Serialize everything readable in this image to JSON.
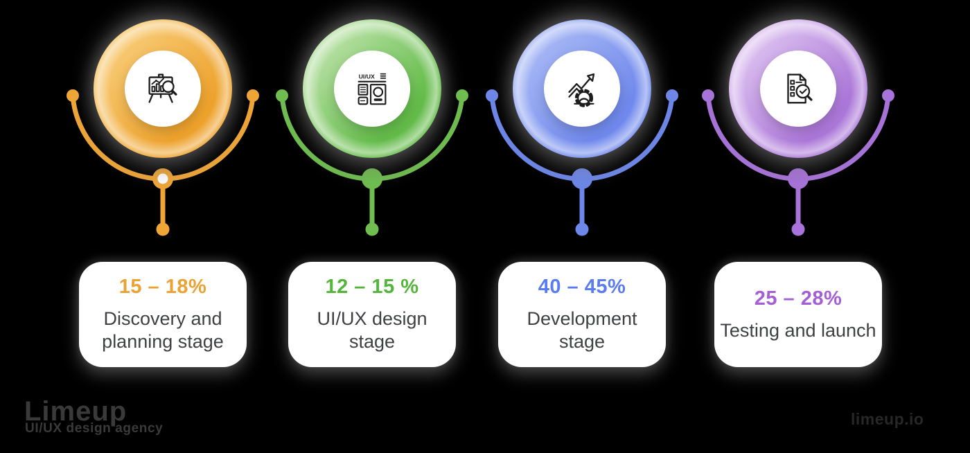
{
  "background_color": "#000000",
  "card_background": "#ffffff",
  "stage_label_color": "#3e4044",
  "stages": [
    {
      "range": "15 – 18%",
      "label": "Discovery and planning stage",
      "icon": "presentation-chart-magnifier-icon",
      "node_style": "ring",
      "colors": {
        "main": "#eda22c",
        "light": "#fbd88d",
        "arc": "#f0a637",
        "range_text": "#eba233"
      }
    },
    {
      "range": "12 – 15 %",
      "label": "UI/UX design stage",
      "icon": "uiux-wireframe-icon",
      "icon_text": "UI/UX",
      "node_style": "dot",
      "colors": {
        "main": "#63bb49",
        "light": "#d3edc2",
        "arc": "#6fbe4f",
        "range_text": "#53b53a"
      }
    },
    {
      "range": "40 – 45%",
      "label": "Development stage",
      "icon": "growth-arrow-gear-icon",
      "node_style": "dot",
      "colors": {
        "main": "#7089ec",
        "light": "#bac7f7",
        "arc": "#6d87ea",
        "range_text": "#5b7bf1"
      }
    },
    {
      "range": "25 – 28%",
      "label": "Testing and launch",
      "icon": "testing-checklist-magnifier-icon",
      "node_style": "dot",
      "colors": {
        "main": "#ab77d8",
        "light": "#ecd7f7",
        "arc": "#a873da",
        "range_text": "#a55fd5"
      }
    }
  ],
  "footer": {
    "logo_text": "Limeup",
    "logo_tagline": "UI/UX design agency",
    "watermark": "limeup.io"
  }
}
